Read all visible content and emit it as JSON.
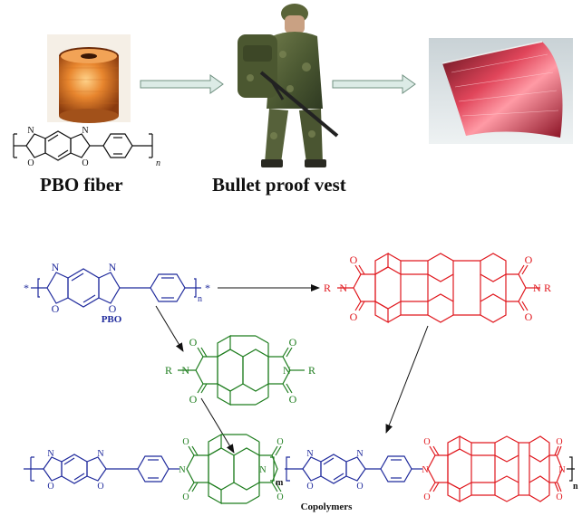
{
  "top": {
    "pbo_caption": "PBO fiber",
    "vest_caption": "Bullet proof vest",
    "repeat_n": "n",
    "atom_N": "N",
    "atom_O": "O"
  },
  "scheme": {
    "pbo_label": "PBO",
    "copolymers_label": "Copolymers",
    "R": "R",
    "N": "N",
    "O": "O",
    "n": "n",
    "m": "m",
    "star": "*"
  },
  "colors": {
    "pbo": "#1f2a9c",
    "ndi": "#1e7d1e",
    "pdi": "#e0181e",
    "arrow_fill": "#dcebe6",
    "arrow_stroke": "#6f9080",
    "black": "#111111"
  }
}
